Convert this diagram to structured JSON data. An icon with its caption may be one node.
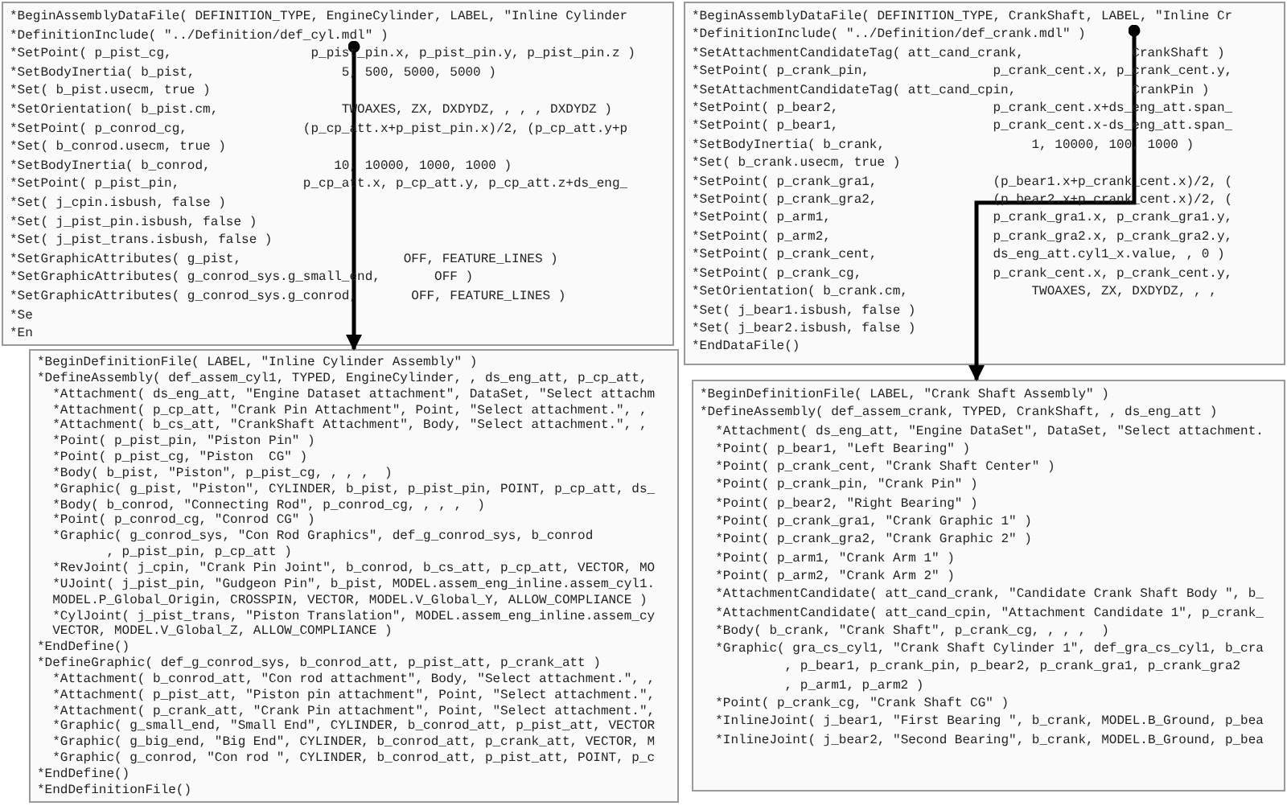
{
  "diagram": {
    "nodes": [
      {
        "text": [
          "*BeginAssemblyDataFile( DEFINITION_TYPE, EngineCylinder, LABEL, \"Inline Cylinder",
          "*DefinitionInclude( \"../Definition/def_cyl.mdl\" )",
          "*SetPoint( p_pist_cg,                  p_pist_pin.x, p_pist_pin.y, p_pist_pin.z )",
          "*SetBodyInertia( b_pist,                   5, 500, 5000, 5000 )",
          "*Set( b_pist.usecm, true )",
          "*SetOrientation( b_pist.cm,                TWOAXES, ZX, DXDYDZ, , , , DXDYDZ )",
          "*SetPoint( p_conrod_cg,               (p_cp_att.x+p_pist_pin.x)/2, (p_cp_att.y+p",
          "*Set( b_conrod.usecm, true )",
          "*SetBodyInertia( b_conrod,                10, 10000, 1000, 1000 )",
          "*SetPoint( p_pist_pin,                p_cp_att.x, p_cp_att.y, p_cp_att.z+ds_eng_",
          "*Set( j_cpin.isbush, false )",
          "*Set( j_pist_pin.isbush, false )",
          "*Set( j_pist_trans.isbush, false )",
          "*SetGraphicAttributes( g_pist,                     OFF, FEATURE_LINES )",
          "*SetGraphicAttributes( g_conrod_sys.g_small_end,       OFF )",
          "*SetGraphicAttributes( g_conrod_sys.g_conrod,       OFF, FEATURE_LINES )",
          "*Se",
          "*En"
        ]
      },
      {
        "text": [
          "*BeginDefinitionFile( LABEL, \"Inline Cylinder Assembly\" )",
          "*DefineAssembly( def_assem_cyl1, TYPED, EngineCylinder, , ds_eng_att, p_cp_att,",
          "*Attachment( ds_eng_att, \"Engine Dataset attachment\", DataSet, \"Select attachm",
          "*Attachment( p_cp_att, \"Crank Pin Attachment\", Point, \"Select attachment.\", ,",
          "*Attachment( b_cs_att, \"CrankShaft Attachment\", Body, \"Select attachment.\", ,",
          "*Point( p_pist_pin, \"Piston Pin\" )",
          "*Point( p_pist_cg, \"Piston  CG\" )",
          "*Body( b_pist, \"Piston\", p_pist_cg, , , ,  )",
          "*Graphic( g_pist, \"Piston\", CYLINDER, b_pist, p_pist_pin, POINT, p_cp_att, ds_",
          "*Body( b_conrod, \"Connecting Rod\", p_conrod_cg, , , ,  )",
          "*Point( p_conrod_cg, \"Conrod CG\" )",
          "*Graphic( g_conrod_sys, \"Con Rod Graphics\", def_g_conrod_sys, b_conrod",
          ", p_pist_pin, p_cp_att )",
          "*RevJoint( j_cpin, \"Crank Pin Joint\", b_conrod, b_cs_att, p_cp_att, VECTOR, MO",
          "*UJoint( j_pist_pin, \"Gudgeon Pin\", b_pist, MODEL.assem_eng_inline.assem_cyl1.",
          "MODEL.P_Global_Origin, CROSSPIN, VECTOR, MODEL.V_Global_Y, ALLOW_COMPLIANCE )",
          "*CylJoint( j_pist_trans, \"Piston Translation\", MODEL.assem_eng_inline.assem_cy",
          "VECTOR, MODEL.V_Global_Z, ALLOW_COMPLIANCE )",
          "*EndDefine()",
          "*DefineGraphic( def_g_conrod_sys, b_conrod_att, p_pist_att, p_crank_att )",
          "*Attachment( b_conrod_att, \"Con rod attachment\", Body, \"Select attachment.\", ,",
          "*Attachment( p_pist_att, \"Piston pin attachment\", Point, \"Select attachment.\",",
          "*Attachment( p_crank_att, \"Crank Pin attachment\", Point, \"Select attachment.\",",
          "*Graphic( g_small_end, \"Small End\", CYLINDER, b_conrod_att, p_pist_att, VECTOR",
          "*Graphic( g_big_end, \"Big End\", CYLINDER, b_conrod_att, p_crank_att, VECTOR, M",
          "*Graphic( g_conrod, \"Con rod \", CYLINDER, b_conrod_att, p_pist_att, POINT, p_c",
          "*EndDefine()",
          "*EndDefinitionFile()"
        ]
      },
      {
        "text": [
          "*BeginAssemblyDataFile( DEFINITION_TYPE, CrankShaft, LABEL, \"Inline Cr",
          "*DefinitionInclude( \"../Definition/def_crank.mdl\" )",
          "*SetAttachmentCandidateTag( att_cand_crank,              CrankShaft )",
          "*SetPoint( p_crank_pin,                p_crank_cent.x, p_crank_cent.y,",
          "*SetAttachmentCandidateTag( att_cand_cpin,               CrankPin )",
          "*SetPoint( p_bear2,                    p_crank_cent.x+ds_eng_att.span_",
          "*SetPoint( p_bear1,                    p_crank_cent.x-ds_eng_att.span_",
          "*SetBodyInertia( b_crank,                   1, 10000, 100, 1000 )",
          "*Set( b_crank.usecm, true )",
          "*SetPoint( p_crank_gra1,               (p_bear1.x+p_crank_cent.x)/2, (",
          "*SetPoint( p_crank_gra2,               (p_bear2.x+p_crank_cent.x)/2, (",
          "*SetPoint( p_arm1,                     p_crank_gra1.x, p_crank_gra1.y,",
          "*SetPoint( p_arm2,                     p_crank_gra2.x, p_crank_gra2.y,",
          "*SetPoint( p_crank_cent,               ds_eng_att.cyl1_x.value, , 0 )",
          "*SetPoint( p_crank_cg,                 p_crank_cent.x, p_crank_cent.y,",
          "*SetOrientation( b_crank.cm,                TWOAXES, ZX, DXDYDZ, , ,",
          "*Set( j_bear1.isbush, false )",
          "*Set( j_bear2.isbush, false )",
          "*EndDataFile()"
        ]
      },
      {
        "text": [
          "*BeginDefinitionFile( LABEL, \"Crank Shaft Assembly\" )",
          "*DefineAssembly( def_assem_crank, TYPED, CrankShaft, , ds_eng_att )",
          "*Attachment( ds_eng_att, \"Engine DataSet\", DataSet, \"Select attachment.",
          "*Point( p_bear1, \"Left Bearing\" )",
          "*Point( p_crank_cent, \"Crank Shaft Center\" )",
          "*Point( p_crank_pin, \"Crank Pin\" )",
          "*Point( p_bear2, \"Right Bearing\" )",
          "*Point( p_crank_gra1, \"Crank Graphic 1\" )",
          "*Point( p_crank_gra2, \"Crank Graphic 2\" )",
          "*Point( p_arm1, \"Crank Arm 1\" )",
          "*Point( p_arm2, \"Crank Arm 2\" )",
          "*AttachmentCandidate( att_cand_crank, \"Candidate Crank Shaft Body \", b_",
          "*AttachmentCandidate( att_cand_cpin, \"Attachment Candidate 1\", p_crank_",
          "*Body( b_crank, \"Crank Shaft\", p_crank_cg, , , ,  )",
          "*Graphic( gra_cs_cyl1, \"Crank Shaft Cylinder 1\", def_gra_cs_cyl1, b_cra",
          ", p_bear1, p_crank_pin, p_bear2, p_crank_gra1, p_crank_gra2",
          ", p_arm1, p_arm2 )",
          "*Point( p_crank_cg, \"Crank Shaft CG\" )",
          "*InlineJoint( j_bear1, \"First Bearing \", b_crank, MODEL.B_Ground, p_bea",
          "*InlineJoint( j_bear2, \"Second Bearing\", b_crank, MODEL.B_Ground, p_bea"
        ]
      }
    ],
    "edges": [
      {
        "from": 0,
        "to": 1,
        "arrow": "to"
      },
      {
        "from": 2,
        "to": 3,
        "arrow": "to"
      }
    ]
  }
}
